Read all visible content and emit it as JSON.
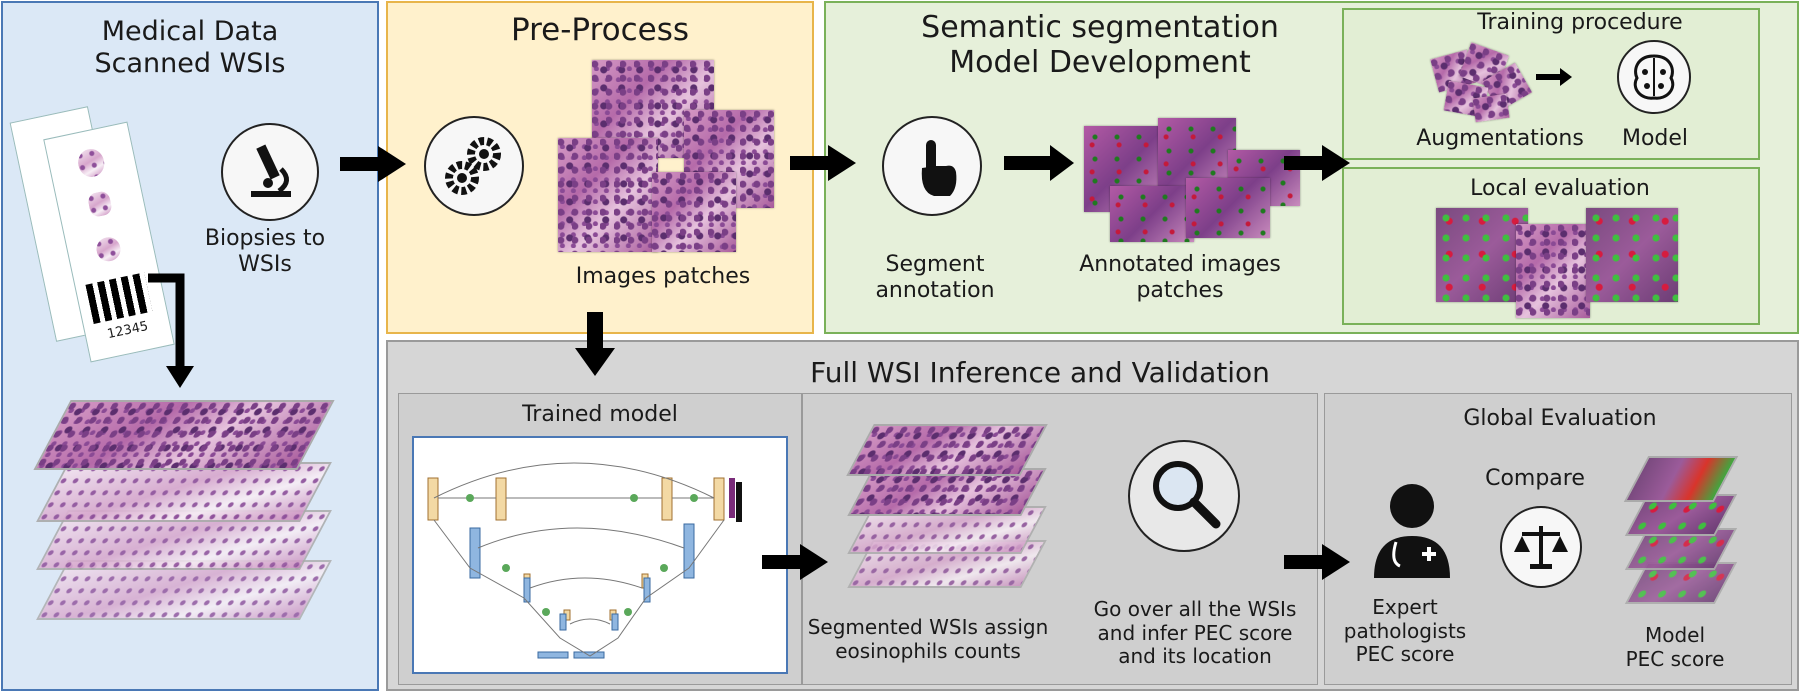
{
  "sections": {
    "medical": {
      "title": "Medical Data\nScanned WSIs",
      "step_label": "Biopsies to\nWSIs",
      "slide_number": "12345"
    },
    "preprocess": {
      "title": "Pre-Process",
      "patches_label": "Images patches"
    },
    "segmentation": {
      "title": "Semantic segmentation\nModel Development",
      "annotation_label": "Segment\nannotation",
      "annotated_label": "Annotated images\npatches"
    },
    "training": {
      "title": "Training procedure",
      "augment_label": "Augmentations",
      "model_label": "Model"
    },
    "local_eval": {
      "title": "Local evaluation"
    },
    "inference": {
      "title": "Full WSI Inference and Validation",
      "trained_model_title": "Trained model",
      "segmented_label": "Segmented WSIs assign\neosinophils counts",
      "infer_label": "Go over all the WSIs\nand infer PEC score\nand its location"
    },
    "global_eval": {
      "title": "Global Evaluation",
      "compare_label": "Compare",
      "expert_label": "Expert\npathologists\nPEC score",
      "model_label": "Model\nPEC score"
    }
  },
  "colors": {
    "blue_panel": "#dbe8f6",
    "blue_border": "#4a78b5",
    "yellow_panel": "#fff1cc",
    "yellow_border": "#e8b54a",
    "green_panel": "#e6f0da",
    "green_border": "#7ab159",
    "gray_panel": "#d6d6d6",
    "gray_border": "#9a9a9a",
    "arrow": "#000000"
  },
  "icons": [
    "microscope-icon",
    "gears-icon",
    "hand-pointer-icon",
    "brain-icon",
    "magnifier-icon",
    "doctor-icon",
    "scales-icon"
  ]
}
